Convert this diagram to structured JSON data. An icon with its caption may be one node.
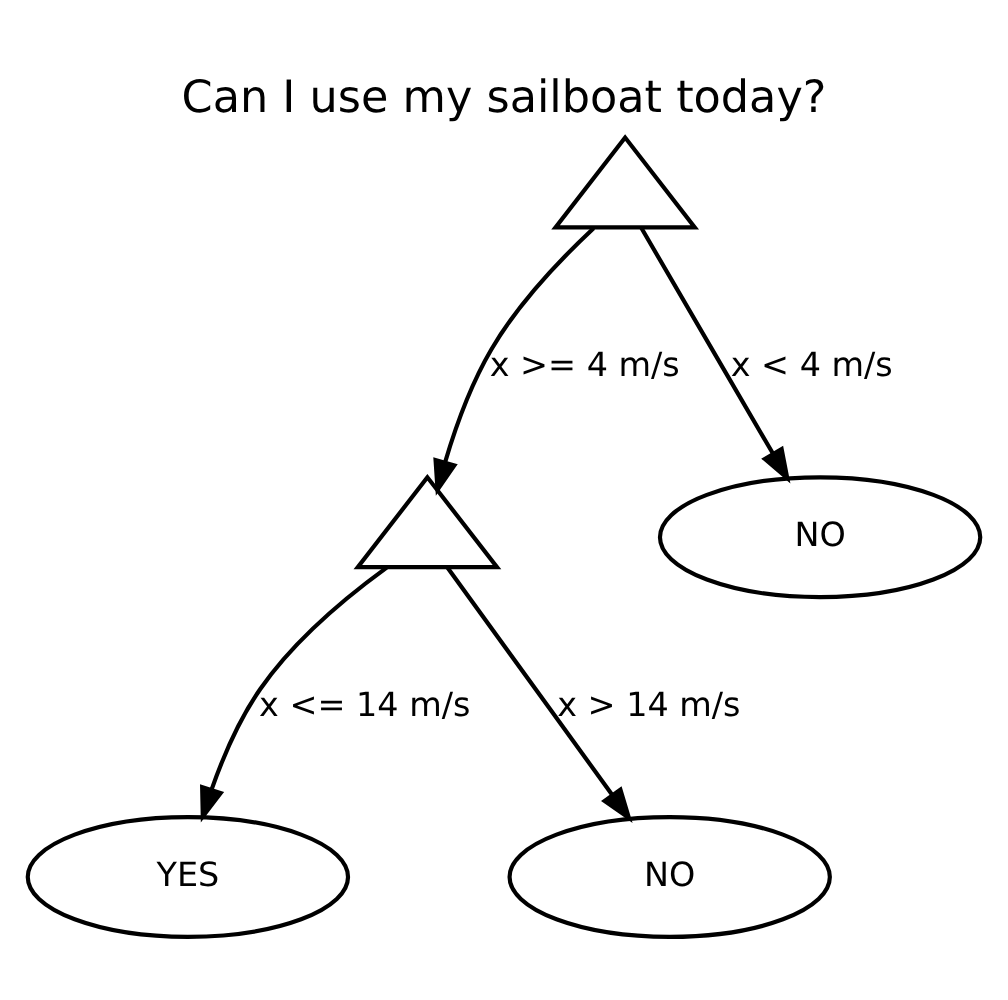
{
  "diagram": {
    "title": "Can I use my sailboat today?",
    "nodes": [
      {
        "text": [],
        "shape": "triangle"
      },
      {
        "text": [],
        "shape": "triangle"
      },
      {
        "text": [
          "NO"
        ]
      },
      {
        "text": [
          "YES"
        ]
      },
      {
        "text": [
          "NO"
        ]
      }
    ],
    "edges": [
      {
        "from": 0,
        "to": 1,
        "arrow": "to",
        "label": "x >= 4 m/s"
      },
      {
        "from": 0,
        "to": 2,
        "arrow": "to",
        "label": "x < 4 m/s"
      },
      {
        "from": 1,
        "to": 3,
        "arrow": "to",
        "label": "x <= 14 m/s"
      },
      {
        "from": 1,
        "to": 4,
        "arrow": "to",
        "label": "x > 14 m/s"
      }
    ]
  }
}
